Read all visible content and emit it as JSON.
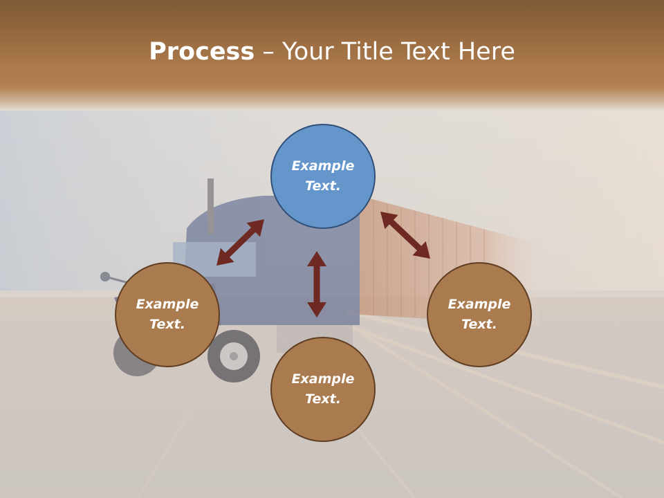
{
  "slide": {
    "title_bold": "Process",
    "title_rest": " – Your Title Text Here"
  },
  "diagram": {
    "type": "cycle",
    "nodes": [
      {
        "id": "top",
        "label_line1": "Example",
        "label_line2": "Text.",
        "color": "#6496cc"
      },
      {
        "id": "left",
        "label_line1": "Example",
        "label_line2": "Text.",
        "color": "#a97b4e"
      },
      {
        "id": "right",
        "label_line1": "Example",
        "label_line2": "Text.",
        "color": "#a97b4e"
      },
      {
        "id": "bottom",
        "label_line1": "Example",
        "label_line2": "Text.",
        "color": "#a97b4e"
      }
    ],
    "connectors": [
      {
        "from": "top",
        "to": "left",
        "style": "double-headed-arrow"
      },
      {
        "from": "top",
        "to": "right",
        "style": "double-headed-arrow"
      },
      {
        "from": "top",
        "to": "bottom",
        "style": "double-headed-arrow"
      }
    ],
    "arrow_color": "#6e2a22"
  },
  "background": {
    "image": "truck-on-highway-photo"
  }
}
